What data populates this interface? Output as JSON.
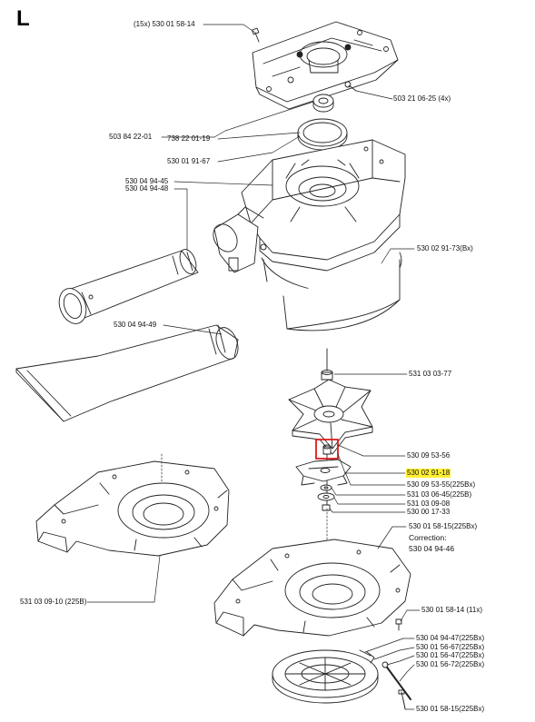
{
  "section_letter": "L",
  "labels": {
    "screw_top": "(15x) 530 01 58-14",
    "screw_right": "503 21 06-25 (4x)",
    "part_503_84": "503 84 22-01",
    "part_738_22": "738 22 01-19",
    "part_530_01_91": "530 01 91-67",
    "part_530_04_94_45": "530 04 94-45",
    "part_530_04_94_48": "530 04 94-48",
    "part_530_02_91_73": "530 02 91-73(Bx)",
    "part_530_04_94_49": "530 04 94-49",
    "part_531_03_03_77": "531 03 03-77",
    "part_530_09_53_56": "530 09 53-56",
    "part_530_02_91_18": "530 02 91-18",
    "part_530_09_53_55": "530 09 53-55(225Bx)",
    "part_531_03_06_45": "531 03 06-45(225B)",
    "part_531_03_09_08": "531 03 09-08",
    "part_530_00_17_33": "530 00 17-33",
    "part_530_01_58_15a": "530 01 58-15(225Bx)",
    "correction_title": "Correction:",
    "correction_value": "530 04 94-46",
    "part_531_03_09_10": "531 03 09-10 (225B)",
    "part_530_01_58_14_11x": "530 01 58-14 (11x)",
    "part_530_04_94_47": "530 04 94-47(225Bx)",
    "part_530_01_56_67": "530 01 56-67(225Bx)",
    "part_530_01_56_47": "530 01 56-47(225Bx)",
    "part_530_01_56_72": "530 01 56-72(225Bx)",
    "part_530_01_58_15b": "530 01 58-15(225Bx)"
  },
  "colors": {
    "highlight": "#ffee33",
    "marker_box": "#e01818",
    "line": "#222222"
  },
  "highlighted_part": "530 02 91-18"
}
